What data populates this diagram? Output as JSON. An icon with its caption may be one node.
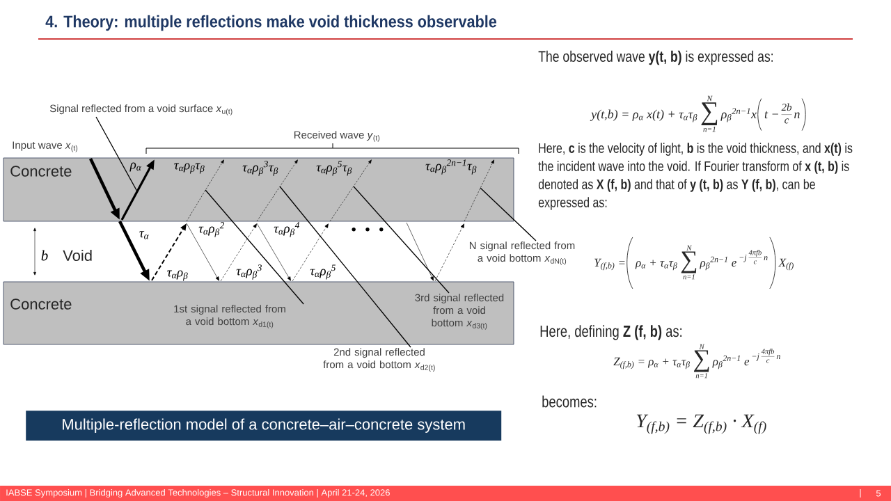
{
  "diagram": {
    "title": "4. Theory: multiple reflections make void thickness observable",
    "nodes": [
      {
        "text": [
          "Signal reflected from a void surface *x*$_{u(t)}$"
        ]
      },
      {
        "text": [
          "Concrete"
        ]
      },
      {
        "text": [
          "N signal reflected from a void bottom *x*$_{dN(t)}$"
        ]
      },
      {
        "text": [
          "Concrete"
        ]
      },
      {
        "text": [
          "1st signal reflected from a void bottom *x*$_{d1(t)}$"
        ],
        "in": 3
      },
      {
        "text": [
          "3rd signal reflected from a void bottom *x*$_{d3(t)}$"
        ],
        "in": 3
      },
      {
        "text": [
          "2nd signal reflected from a void bottom *x*$_{d2(t)}$"
        ]
      },
      {
        "text": [
          "Multiple-reflection model of a concrete–air–concrete system"
        ]
      }
    ],
    "edges": [
      {
        "from": 0,
        "to": 1,
        "arrow": "none"
      },
      {
        "from": 4,
        "to": 1,
        "arrow": "none"
      },
      {
        "from": 6,
        "to": 1,
        "arrow": "none"
      },
      {
        "from": 5,
        "to": 1,
        "arrow": "none"
      },
      {
        "from": 2,
        "to": 1,
        "arrow": "none"
      },
      {
        "from": 1,
        "to": 3,
        "arrow": "to",
        "style": "thick"
      },
      {
        "from": 3,
        "to": 1,
        "arrow": "to",
        "style": "dashed"
      },
      {
        "from": 1,
        "to": 3,
        "arrow": "to"
      },
      {
        "from": 3,
        "to": 1,
        "arrow": "to",
        "style": "dashed"
      },
      {
        "from": 1,
        "to": 3,
        "arrow": "to"
      },
      {
        "from": 3,
        "to": 1,
        "arrow": "to",
        "style": "dashed"
      },
      {
        "from": 1,
        "to": 3,
        "arrow": "to"
      },
      {
        "from": 3,
        "to": 1,
        "arrow": "to",
        "style": "dashed"
      }
    ],
    "labels": [
      "Input wave *x*$_{(t)}$",
      "Received wave *y*$_{(t)}$",
      "ρ$_{α}$",
      "τ$_{α}$ρ$_{β}$τ$_{β}$",
      "τ$_{α}$ρ$_{β}$$^{3}$τ$_{β}$",
      "τ$_{α}$ρ$_{β}$$^{5}$τ$_{β}$",
      "τ$_{α}$ρ$_{β}$$^{2n−1}$τ$_{β}$",
      "τ$_{α}$",
      "τ$_{α}$ρ$_{β}$$^{2}$",
      "τ$_{α}$ρ$_{β}$$^{4}$",
      "· · ·",
      "b",
      "Void",
      "τ$_{α}$ρ$_{β}$",
      "τ$_{α}$ρ$_{β}$$^{3}$",
      "τ$_{α}$ρ$_{β}$$^{5}$",
      "The observed wave **y(t, b)** is expressed as:",
      "y(t,b) = ρ$_{α}$ x(t) + τ$_{α}$τ$_{β}$",
      "N",
      "∑",
      "n=1",
      "ρ$_{β}$$^{2n−1}$x",
      "t −",
      "2b",
      "c",
      "n",
      "Here, **c** is the velocity of light, **b** is the void thickness, and **x(t)** is the incident wave into the void. If Fourier transform of **x (t, b)** is denoted as **X (f, b)** and that of **y (t, b)** as **Y (f, b)**, can be expressed as:",
      "Y$_{(f,b)}$ =",
      "ρ$_{α}$ + τ$_{α}$τ$_{β}$",
      "N",
      "∑",
      "n=1",
      "ρ$_{β}$$^{2n−1}$ e",
      "−j",
      "4πfb",
      "c",
      "n",
      "X$_{(f)}$",
      "Here, defining **Z (f, b)** as:",
      "Z$_{(f,b)}$ = ρ$_{α}$ + τ$_{α}$τ$_{β}$",
      "N",
      "∑",
      "n=1",
      "ρ$_{β}$$^{2n−1}$ e",
      "−j",
      "4πfb",
      "c",
      "n",
      "becomes:",
      "Y$_{(f,b)}$ = Z$_{(f,b)}$ · X$_{(f)}$",
      "IABSE Symposium | Bridging Advanced Technologies – Structural Innovation | April 21-24, 2026",
      "|",
      "5"
    ]
  }
}
